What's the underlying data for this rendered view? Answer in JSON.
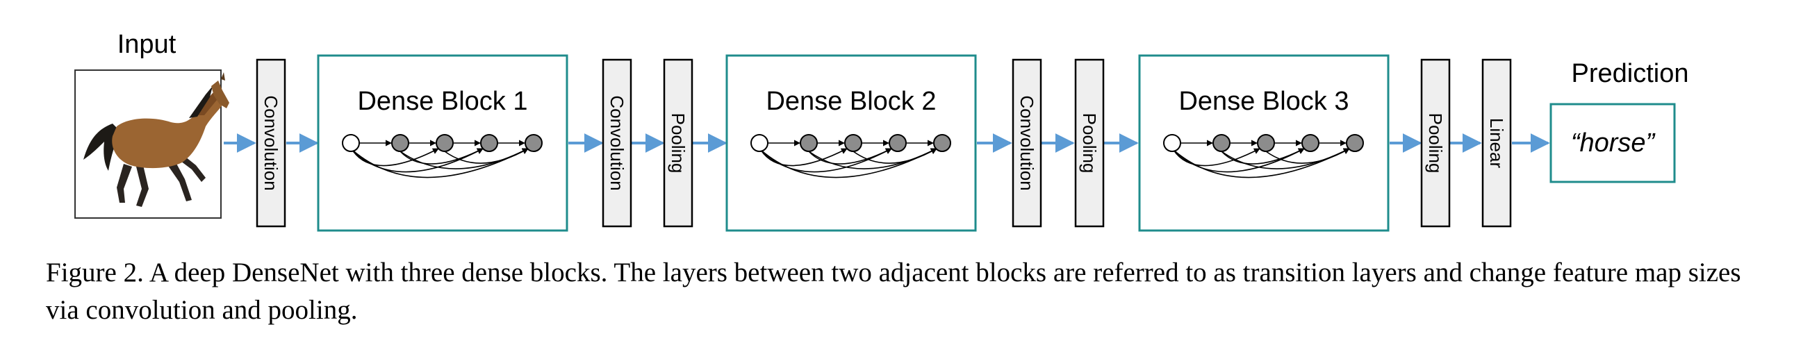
{
  "input_label": "Input",
  "prediction_label": "Prediction",
  "prediction_value": "“horse”",
  "image_subject": "horse",
  "layers": [
    {
      "kind": "layer",
      "label": "Convolution"
    },
    {
      "kind": "block",
      "label": "Dense Block 1"
    },
    {
      "kind": "layer",
      "label": "Convolution"
    },
    {
      "kind": "layer",
      "label": "Pooling"
    },
    {
      "kind": "block",
      "label": "Dense Block 2"
    },
    {
      "kind": "layer",
      "label": "Convolution"
    },
    {
      "kind": "layer",
      "label": "Pooling"
    },
    {
      "kind": "block",
      "label": "Dense Block 3"
    },
    {
      "kind": "layer",
      "label": "Pooling"
    },
    {
      "kind": "layer",
      "label": "Linear"
    }
  ],
  "colors": {
    "block_border": "#1f8c8c",
    "arrow": "#5b9bd5",
    "layer_fill": "#efefef",
    "node_fill": "#8c8c8c",
    "input_node_fill": "#ffffff"
  },
  "caption": {
    "title": "Figure 2.",
    "text": "A deep DenseNet with three dense blocks. The layers between two adjacent blocks are referred to as transition layers and change feature map sizes via convolution and pooling."
  }
}
